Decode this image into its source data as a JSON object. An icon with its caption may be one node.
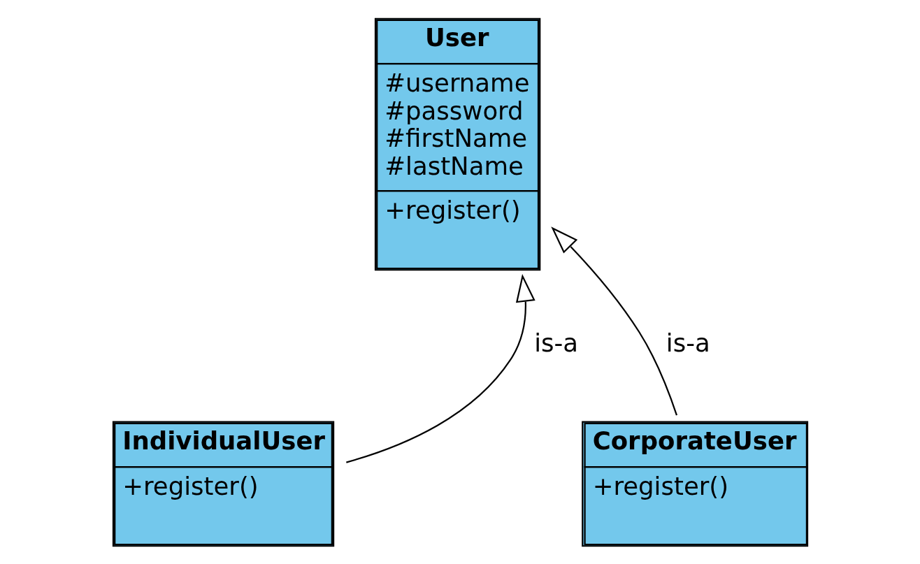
{
  "diagram": {
    "nodes": [
      {
        "text": [
          "User",
          "#username #password #firstName #lastName",
          "+register()"
        ]
      },
      {
        "text": [
          "IndividualUser",
          "+register()"
        ]
      },
      {
        "text": [
          "CorporateUser",
          "+register()"
        ]
      }
    ],
    "edges": [
      {
        "from": 1,
        "to": 0,
        "arrow": "to",
        "label": "is-a"
      },
      {
        "from": 2,
        "to": 0,
        "arrow": "to",
        "label": "is-a"
      }
    ]
  }
}
